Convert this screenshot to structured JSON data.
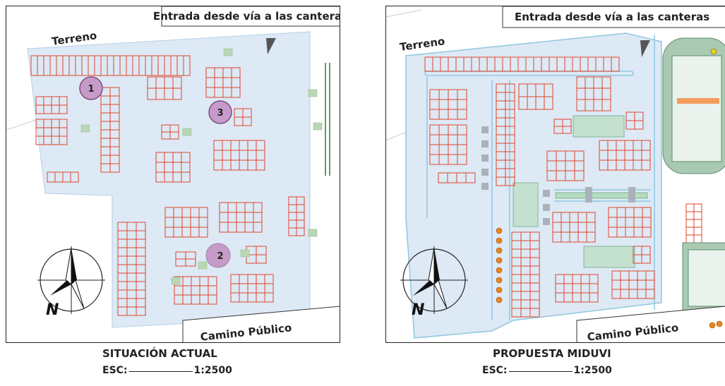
{
  "labels": {
    "entrance": "Entrada desde vía a las canteras",
    "terrain": "Terreno",
    "public_road": "Camino Público",
    "north": "N"
  },
  "left": {
    "title": "SITUACIÓN ACTUAL",
    "scale_label": "ESC:",
    "scale_value": "1:2500",
    "markers": [
      "1",
      "2",
      "3"
    ]
  },
  "right": {
    "title": "PROPUESTA MIDUVI",
    "scale_label": "ESC:",
    "scale_value": "1:2500"
  },
  "colors": {
    "site_fill": "#dde9f5",
    "lot_stroke": "#e0452a",
    "green_area": "#b8d8b4",
    "marker_fill": "#c79bc9",
    "road_outline": "#8fc7e0"
  }
}
